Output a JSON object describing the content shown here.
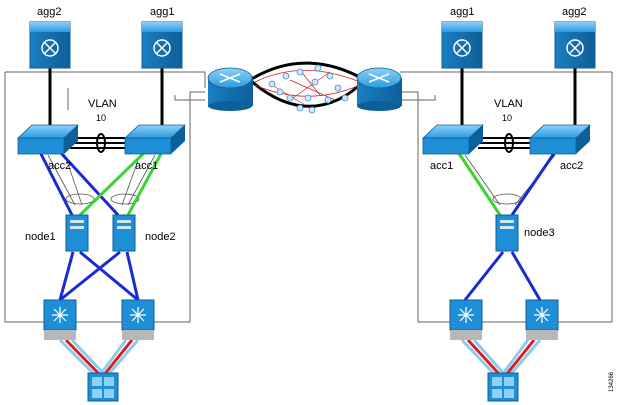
{
  "devices": {
    "left_agg2": "agg2",
    "left_agg1": "agg1",
    "right_agg1": "agg1",
    "right_agg2": "agg2",
    "left_acc2": "acc2",
    "left_acc1": "acc1",
    "right_acc1": "acc1",
    "right_acc2": "acc2",
    "node1": "node1",
    "node2": "node2",
    "node3": "node3"
  },
  "vlan": {
    "left_label": "VLAN",
    "left_id": "10",
    "right_label": "VLAN",
    "right_id": "10"
  },
  "figure_id": "134266",
  "colors": {
    "device_fill": "#1e90d6",
    "device_fill_light": "#5fb8ec",
    "link_black": "#000000",
    "link_blue": "#1b2bd1",
    "link_green": "#38d42f",
    "link_red": "#d62020",
    "link_lightblue": "#8ec9ef",
    "frame": "#666666"
  }
}
